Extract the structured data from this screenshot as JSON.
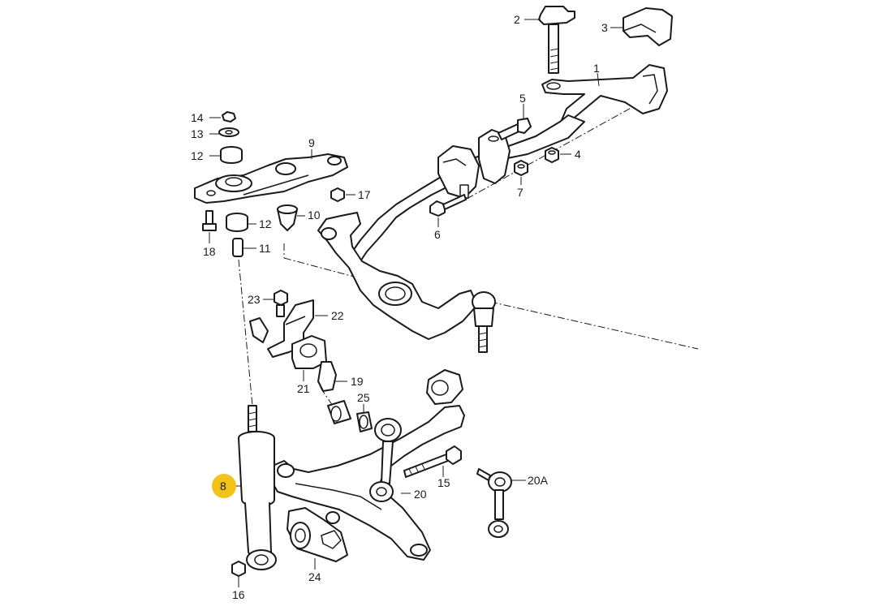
{
  "callouts": [
    {
      "id": "1",
      "text": "1"
    },
    {
      "id": "2",
      "text": "2"
    },
    {
      "id": "3",
      "text": "3"
    },
    {
      "id": "4",
      "text": "4"
    },
    {
      "id": "5",
      "text": "5"
    },
    {
      "id": "6",
      "text": "6"
    },
    {
      "id": "7",
      "text": "7"
    },
    {
      "id": "8",
      "text": "8",
      "highlighted": true
    },
    {
      "id": "9",
      "text": "9"
    },
    {
      "id": "10",
      "text": "10"
    },
    {
      "id": "11",
      "text": "11"
    },
    {
      "id": "12a",
      "text": "12"
    },
    {
      "id": "12b",
      "text": "12"
    },
    {
      "id": "13",
      "text": "13"
    },
    {
      "id": "14",
      "text": "14"
    },
    {
      "id": "15",
      "text": "15"
    },
    {
      "id": "16",
      "text": "16"
    },
    {
      "id": "17",
      "text": "17"
    },
    {
      "id": "18",
      "text": "18"
    },
    {
      "id": "19",
      "text": "19"
    },
    {
      "id": "20",
      "text": "20"
    },
    {
      "id": "20A",
      "text": "20A"
    },
    {
      "id": "21",
      "text": "21"
    },
    {
      "id": "22",
      "text": "22"
    },
    {
      "id": "23",
      "text": "23"
    },
    {
      "id": "24",
      "text": "24"
    },
    {
      "id": "25",
      "text": "25"
    }
  ],
  "colors": {
    "highlight": "#f2c21b",
    "line": "#1a1a1a",
    "background": "#ffffff"
  }
}
